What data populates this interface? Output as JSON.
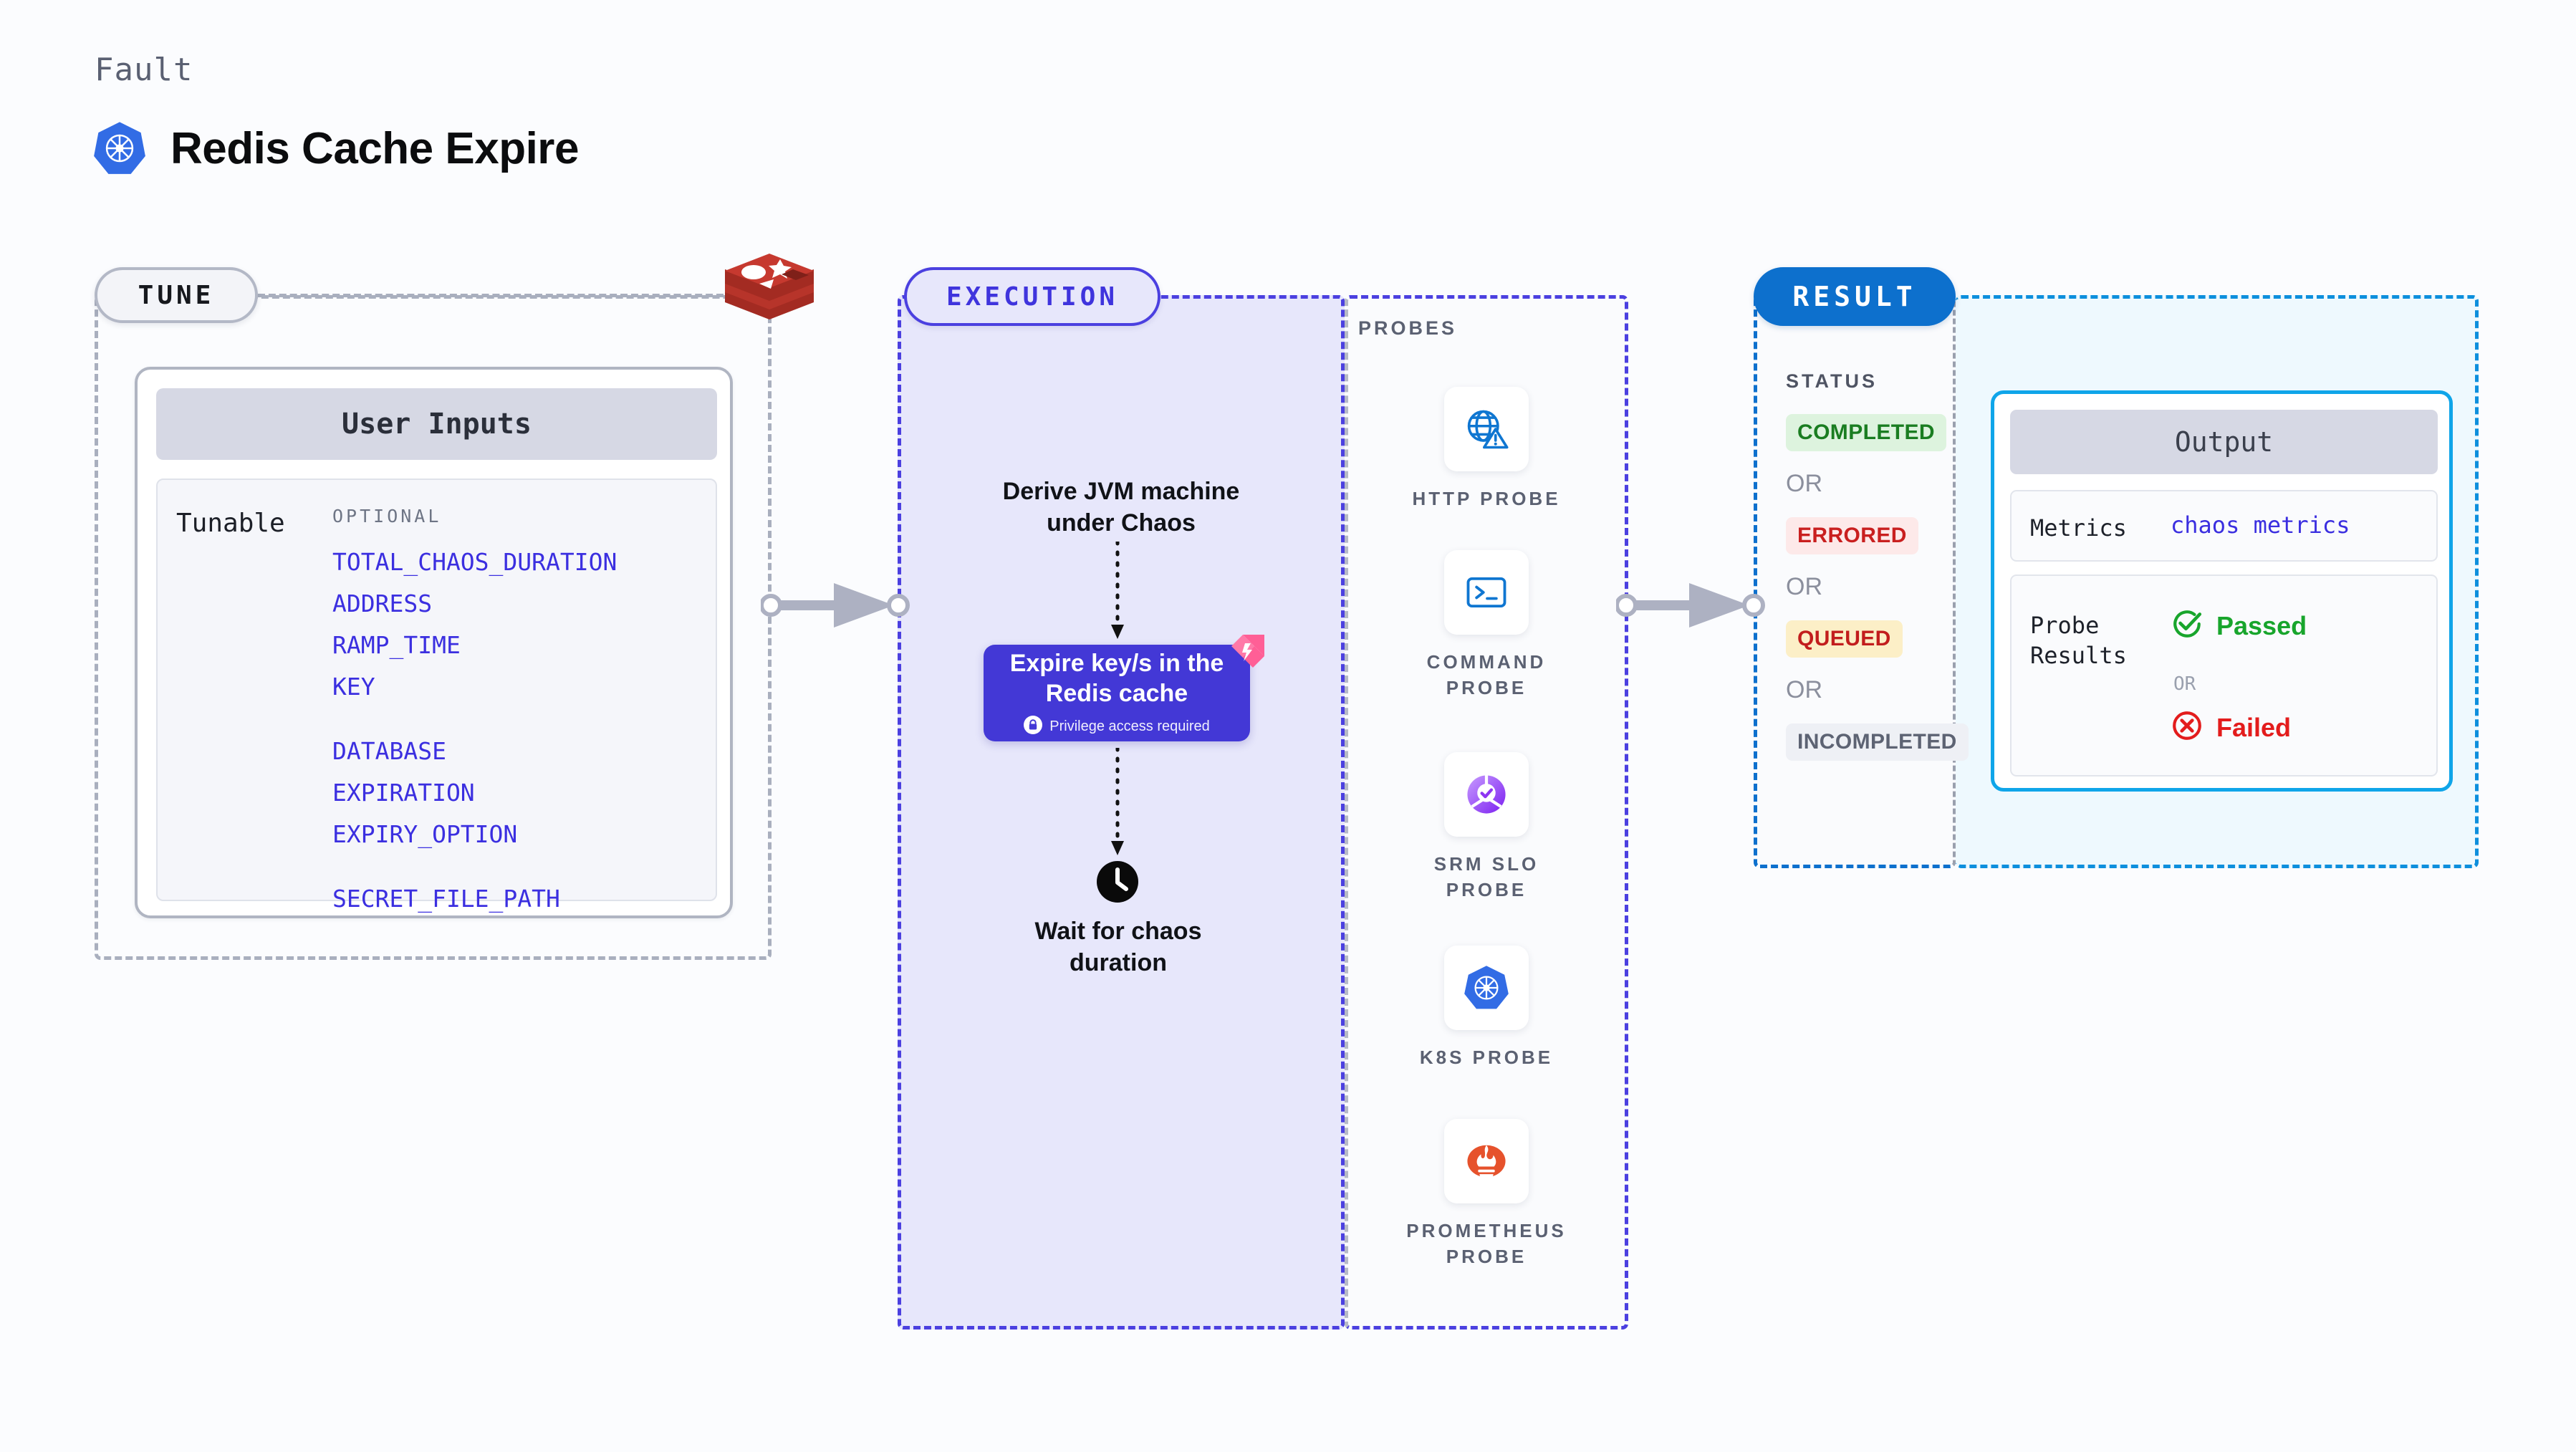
{
  "header": {
    "kicker": "Fault",
    "title": "Redis Cache Expire",
    "logo_icon": "kubernetes-icon"
  },
  "tune": {
    "pill_label": "TUNE",
    "brand_icon": "redis-logo",
    "user_inputs": {
      "card_title": "User Inputs",
      "row_label": "Tunable",
      "group_label": "OPTIONAL",
      "items": [
        "TOTAL_CHAOS_DURATION",
        "ADDRESS",
        "RAMP_TIME",
        "KEY",
        "DATABASE",
        "EXPIRATION",
        "EXPIRY_OPTION",
        "SECRET_FILE_PATH"
      ]
    }
  },
  "execution": {
    "pill_label": "EXECUTION",
    "step_one": "Derive JVM machine\nunder Chaos",
    "chaos_card": {
      "title": "Expire key/s in the\nRedis cache",
      "privilege_note": "Privilege access required",
      "lock_icon": "lock-icon",
      "ribbon_icon": "harness-ribbon-icon"
    },
    "step_two": "Wait for chaos\nduration",
    "clock_icon": "clock-icon"
  },
  "probes": {
    "section_title": "PROBES",
    "items": [
      {
        "name": "HTTP PROBE",
        "icon": "globe-warning-icon"
      },
      {
        "name": "COMMAND\nPROBE",
        "icon": "terminal-icon"
      },
      {
        "name": "SRM SLO\nPROBE",
        "icon": "slo-check-icon"
      },
      {
        "name": "K8S PROBE",
        "icon": "kubernetes-icon"
      },
      {
        "name": "PROMETHEUS\nPROBE",
        "icon": "prometheus-icon"
      }
    ]
  },
  "result": {
    "pill_label": "RESULT",
    "status_title": "STATUS",
    "or_label": "OR",
    "statuses": [
      {
        "label": "COMPLETED",
        "bg": "#ddf3de",
        "fg": "#1a7d21"
      },
      {
        "label": "ERRORED",
        "bg": "#fde9e9",
        "fg": "#c91f1f"
      },
      {
        "label": "QUEUED",
        "bg": "#fcefc7",
        "fg": "#c21d1d"
      },
      {
        "label": "INCOMPLETED",
        "bg": "#eef0f5",
        "fg": "#5d6373"
      }
    ]
  },
  "output": {
    "card_title": "Output",
    "metrics_label": "Metrics",
    "metrics_value": "chaos metrics",
    "probe_results_label": "Probe\nResults",
    "passed_label": "Passed",
    "failed_label": "Failed",
    "or_label": "OR",
    "passed_icon": "check-circle-icon",
    "failed_icon": "x-circle-icon"
  },
  "colors": {
    "page_bg": "#fbfcfe",
    "tune_border": "#a9afbe",
    "exec_accent": "#4b40e0",
    "exec_fill": "#e7e7fb",
    "result_accent": "#0d70cd",
    "output_accent": "#0fa5e9",
    "output_fill": "#eef9fe",
    "tunable_text": "#3b2fe0",
    "arrow": "#adb1c2"
  }
}
